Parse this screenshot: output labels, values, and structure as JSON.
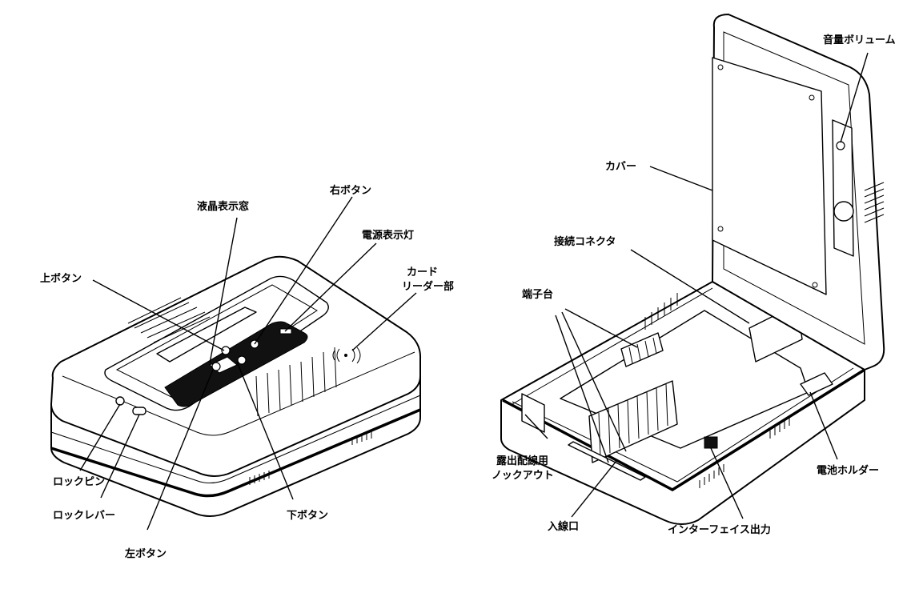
{
  "labels": {
    "lcd_window": "液晶表示窓",
    "right_button": "右ボタン",
    "power_lamp": "電源表示灯",
    "up_button": "上ボタン",
    "card_reader_1": "カード",
    "card_reader_2": "リーダー部",
    "lock_pin": "ロックピン",
    "lock_lever": "ロックレバー",
    "down_button": "下ボタン",
    "left_button": "左ボタン",
    "volume": "音量ボリューム",
    "cover": "カバー",
    "connector": "接続コネクタ",
    "terminal_block": "端子台",
    "knockout_1": "露出配線用",
    "knockout_2": "ノックアウト",
    "battery_holder": "電池ホルダー",
    "entry_port": "入線口",
    "interface_output": "インターフェイス出力"
  }
}
